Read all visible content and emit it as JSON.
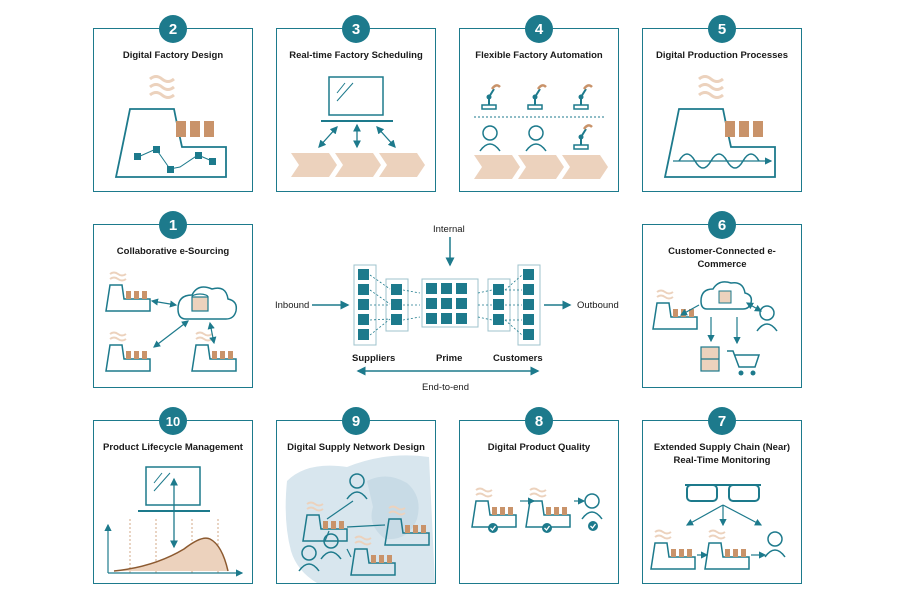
{
  "colors": {
    "teal": "#1d7a8c",
    "tan": "#c9936a",
    "tanLight": "#ecd2bd",
    "map": "#d8e6ee"
  },
  "cards": [
    {
      "num": "2",
      "title": "Digital Factory Design"
    },
    {
      "num": "3",
      "title": "Real-time Factory Scheduling"
    },
    {
      "num": "4",
      "title": "Flexible Factory Automation"
    },
    {
      "num": "5",
      "title": "Digital Production Processes"
    },
    {
      "num": "1",
      "title": "Collaborative e-Sourcing"
    },
    {
      "num": "6",
      "title": "Customer-Connected e-Commerce"
    },
    {
      "num": "10",
      "title": "Product Lifecycle Management"
    },
    {
      "num": "9",
      "title": "Digital Supply Network Design"
    },
    {
      "num": "8",
      "title": "Digital Product Quality"
    },
    {
      "num": "7",
      "title": "Extended Supply Chain (Near) Real-Time Monitoring"
    }
  ],
  "center": {
    "internal": "Internal",
    "inbound": "Inbound",
    "outbound": "Outbound",
    "suppliers": "Suppliers",
    "prime": "Prime",
    "customers": "Customers",
    "end_to_end": "End-to-end"
  }
}
